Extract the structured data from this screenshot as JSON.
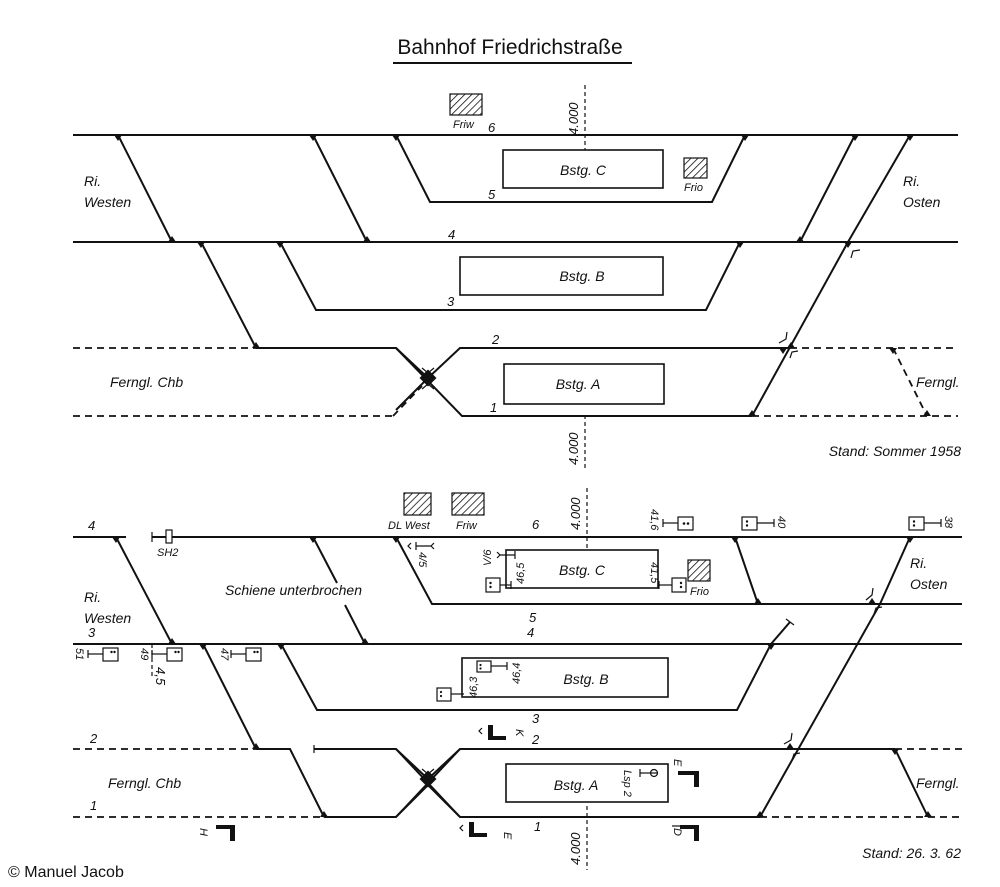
{
  "title": "Bahnhof Friedrichstraße",
  "copyright": "© Manuel Jacob",
  "top_plan": {
    "status": "Stand: Sommer 1958",
    "directions": {
      "west_line1": "Ri.",
      "west_line2": "Westen",
      "east_line1": "Ri.",
      "east_line2": "Osten"
    },
    "long_distance_west": "Ferngl. Chb",
    "long_distance_east": "Ferngl.",
    "km_marker": "4.000",
    "tracks": {
      "t6": "6",
      "t5": "5",
      "t4": "4",
      "t3": "3",
      "t2": "2",
      "t1": "1"
    },
    "platforms": {
      "c": "Bstg. C",
      "b": "Bstg. B",
      "a": "Bstg. A"
    },
    "signal_boxes": {
      "west": "Friw",
      "east": "Frio"
    }
  },
  "bottom_plan": {
    "status": "Stand: 26. 3. 62",
    "directions": {
      "west_line1": "Ri.",
      "west_line2": "Westen",
      "east_line1": "Ri.",
      "east_line2": "Osten"
    },
    "long_distance_west": "Ferngl. Chb",
    "long_distance_east": "Ferngl.",
    "rail_interrupted": "Schiene unterbrochen",
    "km_marker_top": "4.000",
    "km_marker_bottom": "4.000",
    "tracks": {
      "t6": "6",
      "t5": "5",
      "t4a": "4",
      "t4": "4",
      "t3a": "3",
      "t3": "3",
      "t2a": "2",
      "t2": "2",
      "t1a": "1",
      "t1": "1"
    },
    "platforms": {
      "c": "Bstg. C",
      "b": "Bstg. B",
      "a": "Bstg. A"
    },
    "signal_boxes": {
      "dl_west": "DL West",
      "west": "Friw",
      "east": "Frio"
    },
    "shunt_sign": "SH2",
    "signals": {
      "s416": "41,6",
      "s40": "40",
      "s38": "38",
      "s45": "4/5",
      "v6": "V/6",
      "s465": "46,5",
      "s415": "41,5",
      "s51": "51",
      "s49": "49",
      "s4_5": "4,5",
      "s47": "47",
      "s463": "46,3",
      "s464": "46,4",
      "sig_k": "K",
      "sig_e_low": "E",
      "sig_e_high": "E",
      "sig_h": "H",
      "sig_d": "D",
      "lsp": "Lsp 2"
    }
  }
}
